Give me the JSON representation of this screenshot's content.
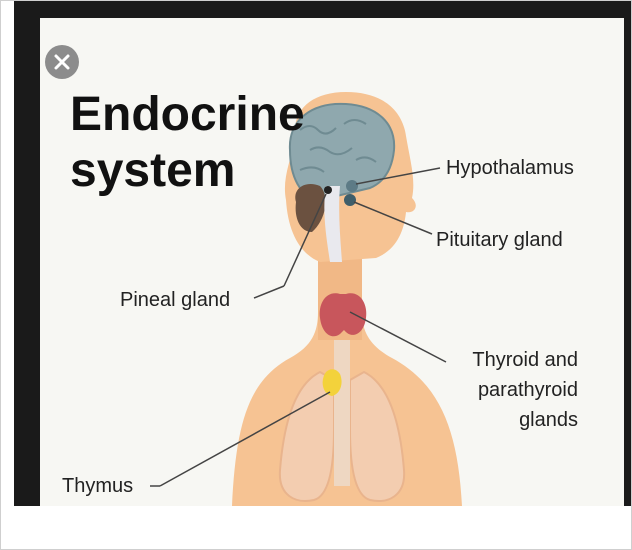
{
  "title_lines": [
    "Endocrine",
    "system"
  ],
  "labels": {
    "hypothalamus": "Hypothalamus",
    "pituitary": "Pituitary gland",
    "pineal": "Pineal gland",
    "thyroid": [
      "Thyroid and",
      "parathyroid",
      "glands"
    ],
    "thymus": "Thymus"
  },
  "close_icon": "close-icon",
  "colors": {
    "skin": "#f6c393",
    "skin_shadow": "#eeb07c",
    "brain": "#8fa8ae",
    "thyroid": "#c8565c",
    "thymus": "#f3d23b",
    "lungs": "#f3cdb0",
    "pineal": "#6b5140",
    "frame": "#1a1a1a"
  }
}
